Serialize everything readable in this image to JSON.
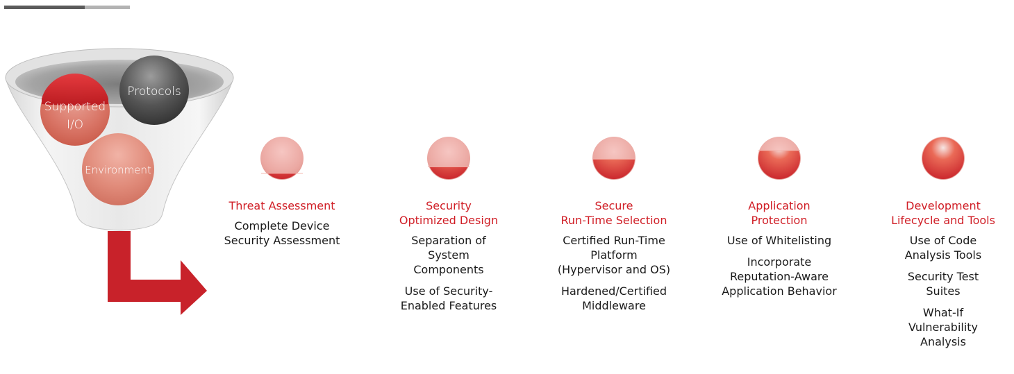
{
  "colors": {
    "brand_red": "#d01e26",
    "text_dark": "#1a1a1a",
    "topbar_dark": "#5b5b5b",
    "topbar_light": "#b3b3b3",
    "arrow_red": "#c8222a"
  },
  "funnel": {
    "circles": [
      {
        "label_lines": [
          "Protocols"
        ]
      },
      {
        "label_lines": [
          "Supported",
          "I/O"
        ]
      },
      {
        "label_lines": [
          "Environment"
        ]
      }
    ]
  },
  "stages": [
    {
      "title": "Threat Assessment",
      "fill_level": 0.15,
      "items": [
        "Complete Device\nSecurity Assessment"
      ]
    },
    {
      "title": "Security\nOptimized Design",
      "fill_level": 0.3,
      "items": [
        "Separation of\nSystem\nComponents",
        "Use of Security-\nEnabled Features"
      ]
    },
    {
      "title": "Secure\nRun-Time Selection",
      "fill_level": 0.48,
      "items": [
        "Certified Run-Time\nPlatform\n(Hypervisor and OS)",
        "Hardened/Certified\nMiddleware"
      ]
    },
    {
      "title": "Application\nProtection",
      "fill_level": 0.68,
      "items": [
        "Use of Whitelisting",
        "Incorporate\nReputation-Aware\nApplication Behavior"
      ]
    },
    {
      "title": "Development\nLifecycle and Tools",
      "fill_level": 1.0,
      "items": [
        "Use of Code\nAnalysis Tools",
        "Security Test\nSuites",
        "What-If\nVulnerability\nAnalysis"
      ]
    }
  ]
}
